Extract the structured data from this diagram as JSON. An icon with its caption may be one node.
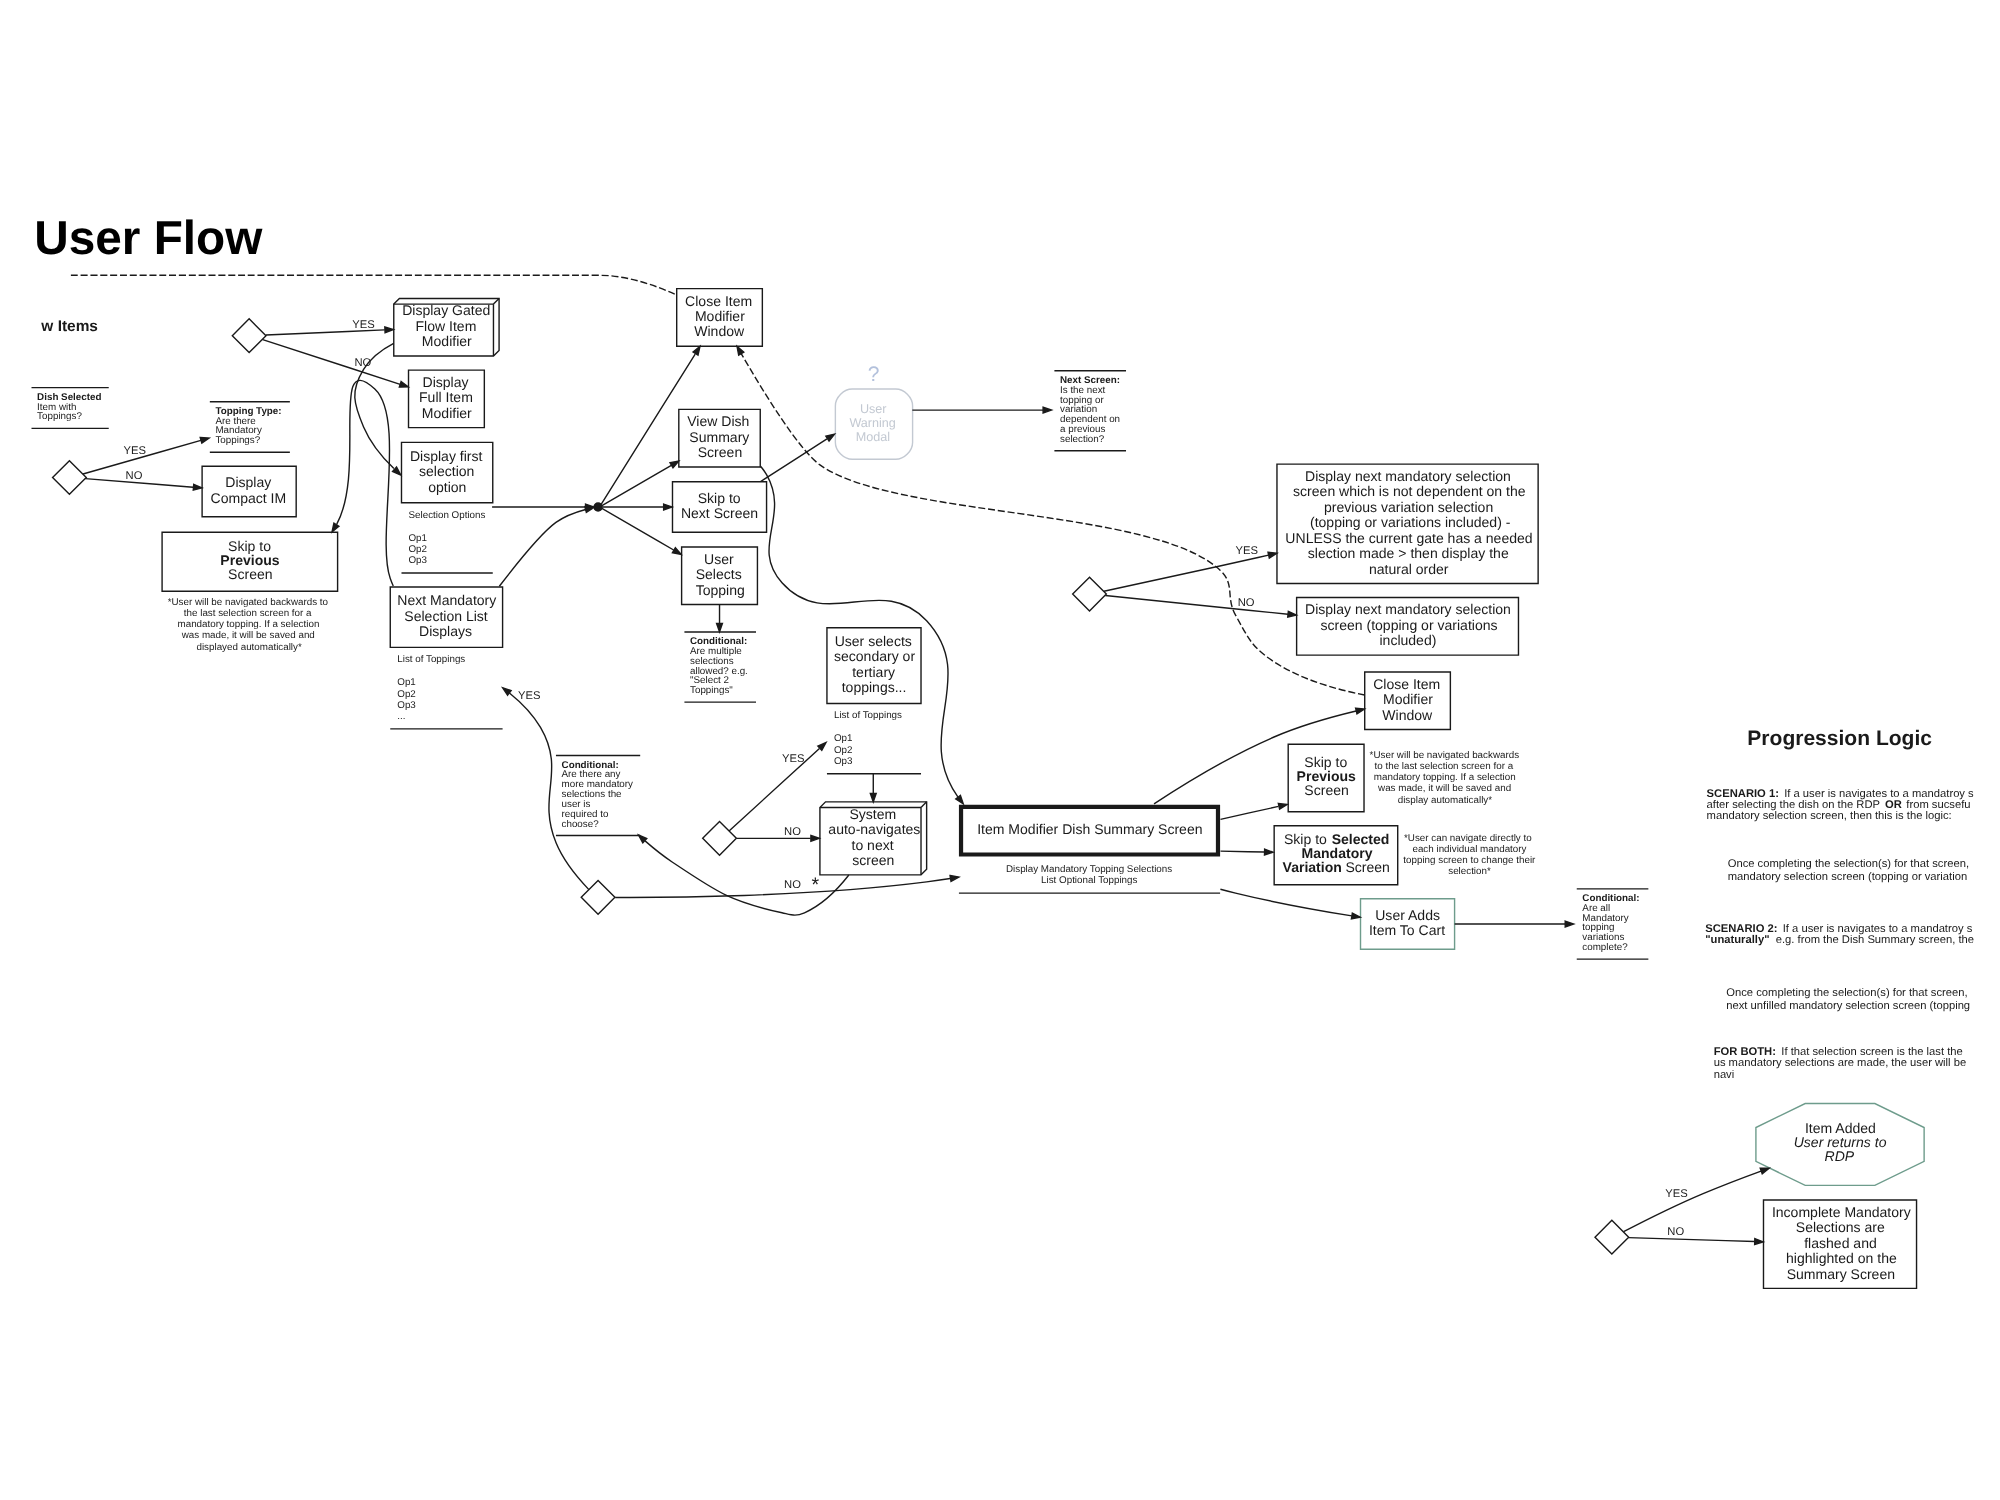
{
  "diagram": {
    "title": "User Flow",
    "nodes": [
      {
        "text": [
          "Dish Selected",
          "Item with Toppings?"
        ]
      },
      {
        "text": [],
        "shape": "diamond"
      },
      {
        "text": [
          "Display Compact IM"
        ]
      },
      {
        "text": [
          "Topping Type:",
          "Are there Mandatory Toppings?"
        ]
      },
      {
        "text": [],
        "shape": "diamond"
      },
      {
        "text": [
          "Display Full Item Modifier"
        ]
      },
      {
        "text": [
          "Display Gated Flow Item Modifier"
        ]
      },
      {
        "text": [
          "Display first selection option",
          "Selection Options",
          "Op1 Op2 Op3"
        ]
      },
      {
        "text": [],
        "shape": "dot"
      },
      {
        "text": [
          "Close Item Modifier Window"
        ]
      },
      {
        "text": [
          "View Dish Summary Screen"
        ]
      },
      {
        "text": [
          "Skip to Next Screen"
        ]
      },
      {
        "text": [
          "User Selects Topping"
        ]
      },
      {
        "text": [
          "?",
          "User Warning Modal"
        ]
      },
      {
        "text": [
          "Next Screen:",
          "Is the next topping or variation dependent on a previous selection?"
        ]
      },
      {
        "text": [],
        "shape": "diamond"
      },
      {
        "text": [
          "Display next mandatory selection screen which is not dependent on the previous variation selection (topping or variations included) - UNLESS the current gate has a needed slection made > then display the natural order"
        ]
      },
      {
        "text": [
          "Display next mandatory selection screen (topping or variations included)"
        ]
      },
      {
        "text": [
          "Conditional:",
          "Are multiple selections allowed? e.g. \"Select 2 Toppings\""
        ]
      },
      {
        "text": [],
        "shape": "diamond"
      },
      {
        "text": [
          "User selects secondary or tertiary toppings...",
          "List of Toppings",
          "Op1 Op2 Op3"
        ]
      },
      {
        "text": [
          "System auto-navigates to next screen"
        ],
        "beside": [
          "*"
        ]
      },
      {
        "text": [
          "Conditional:",
          "Are there any more mandatory selections the user is required to choose?"
        ]
      },
      {
        "text": [],
        "shape": "diamond"
      },
      {
        "text": [
          "Next Mandatory Selection List Displays",
          "List of Toppings",
          "Op1 Op2 Op3 ..."
        ]
      },
      {
        "text": [
          "Skip to **Previous** Screen"
        ],
        "beside": [
          "*User will be navigated backwards to the last selection screen for a mandatory topping. If a selection was made, it will be saved and displayed automatically*"
        ]
      },
      {
        "text": [
          "Item Modifier Dish Summary Screen",
          "Display Mandatory Topping Selections",
          "List Optional Toppings"
        ]
      },
      {
        "text": [
          "Close Item Modifier Window"
        ]
      },
      {
        "text": [
          "Skip to **Previous** Screen"
        ],
        "beside": [
          "*User will be navigated backwards to the last selection screen for a mandatory topping. If a selection was made, it will be saved and display automatically*"
        ]
      },
      {
        "text": [
          "Skip to **Selected Mandatory Variation** Screen"
        ],
        "beside": [
          "*User can navigate directly to each individual mandatory topping screen to change their selection*"
        ]
      },
      {
        "text": [
          "User Adds Item To Cart"
        ]
      },
      {
        "text": [
          "Conditional:",
          "Are all Mandatory topping variations complete?"
        ]
      },
      {
        "text": [],
        "shape": "diamond"
      },
      {
        "text": [
          "Item Added",
          "User returns to RDP"
        ]
      },
      {
        "text": [
          "Incomplete Mandatory Selections are flashed and highlighted on the Summary Screen"
        ]
      }
    ],
    "edges": [
      {
        "from": 1,
        "to": 3,
        "arrow": "to",
        "label": "YES"
      },
      {
        "from": 1,
        "to": 2,
        "arrow": "to",
        "label": "NO"
      },
      {
        "from": 4,
        "to": 6,
        "arrow": "to",
        "label": "YES"
      },
      {
        "from": 4,
        "to": 5,
        "arrow": "to",
        "label": "NO"
      },
      {
        "from": 6,
        "to": 7,
        "arrow": "to"
      },
      {
        "from": 7,
        "to": 8,
        "arrow": "to"
      },
      {
        "from": 8,
        "to": 9,
        "arrow": "to"
      },
      {
        "from": 8,
        "to": 10,
        "arrow": "to"
      },
      {
        "from": 8,
        "to": 11,
        "arrow": "to"
      },
      {
        "from": 8,
        "to": 12,
        "arrow": "to"
      },
      {
        "from": 11,
        "to": 13,
        "arrow": "to"
      },
      {
        "from": 13,
        "to": 14,
        "arrow": "to"
      },
      {
        "from": 15,
        "to": 16,
        "arrow": "to",
        "label": "YES"
      },
      {
        "from": 15,
        "to": 17,
        "arrow": "to",
        "label": "NO"
      },
      {
        "from": 10,
        "to": 26,
        "arrow": "to"
      },
      {
        "from": 12,
        "to": 18,
        "arrow": "to"
      },
      {
        "from": 19,
        "to": 20,
        "arrow": "to",
        "label": "YES"
      },
      {
        "from": 19,
        "to": 21,
        "arrow": "to",
        "label": "NO"
      },
      {
        "from": 20,
        "to": 21,
        "arrow": "to"
      },
      {
        "from": 21,
        "to": 22,
        "arrow": "to"
      },
      {
        "from": 23,
        "to": 24,
        "arrow": "to",
        "label": "YES"
      },
      {
        "from": 23,
        "to": 26,
        "arrow": "to",
        "label": "NO"
      },
      {
        "from": 24,
        "to": 25,
        "arrow": "to"
      },
      {
        "from": 24,
        "to": 8,
        "arrow": "to"
      },
      {
        "from": 26,
        "to": 27,
        "arrow": "to"
      },
      {
        "from": 26,
        "to": 28,
        "arrow": "to"
      },
      {
        "from": 26,
        "to": 29,
        "arrow": "to"
      },
      {
        "from": 26,
        "to": 30,
        "arrow": "to"
      },
      {
        "from": 27,
        "to": 9,
        "arrow": "to",
        "style": "dashed"
      },
      {
        "from": null,
        "to": 9,
        "arrow": "none",
        "style": "dashed"
      },
      {
        "from": 30,
        "to": 31,
        "arrow": "to"
      },
      {
        "from": 32,
        "to": 33,
        "arrow": "to",
        "label": "YES"
      },
      {
        "from": 32,
        "to": 34,
        "arrow": "to",
        "label": "NO"
      }
    ],
    "labels": [
      "w Items",
      "Progression Logic",
      "**SCENARIO 1:** If a user is navigates to a mandatroy s after selecting the dish on the RDP **OR** from sucsefu mandatory selection screen, then this is the logic:",
      "Once completing the selection(s) for that screen, mandatory selection screen (topping or variation",
      "**SCENARIO 2:** If a user is navigates to a mandatroy s **\"unaturally\"** e.g. from the Dish Summary screen, the",
      "Once completing the selection(s) for that screen, next unfilled mandatory selection screen (topping",
      "**FOR BOTH:** If that selection screen is the last the us mandatory selections are made, the user will be navi"
    ]
  }
}
